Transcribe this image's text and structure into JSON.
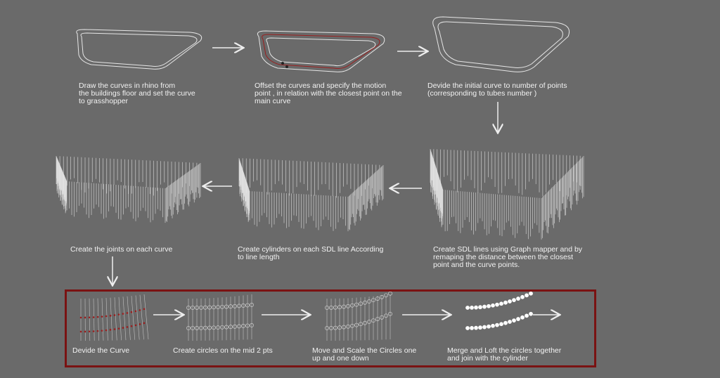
{
  "colors": {
    "background": "#6a6a6a",
    "line": "#e8e8e8",
    "accent": "#8b1a1a",
    "frame": "#7a1212"
  },
  "steps": [
    {
      "caption": "Draw the curves in rhino from\nthe buildings floor and set the curve\nto grasshopper"
    },
    {
      "caption": "Offset the curves and specify the motion\npoint , in relation with the closest point on the\nmain curve"
    },
    {
      "caption": "Devide the initial curve to number of points\n(corresponding to tubes number )"
    },
    {
      "caption": "Create SDL lines using Graph mapper and by\nremaping the distance between the closest\npoint and the curve points."
    },
    {
      "caption": "Create cylinders on each SDL line According\nto line length"
    },
    {
      "caption": "Create the joints on each curve"
    }
  ],
  "joint_steps": [
    {
      "caption": "Devide the Curve"
    },
    {
      "caption": "Create circles on the mid 2 pts"
    },
    {
      "caption": "Move and Scale the Circles one\nup and one down"
    },
    {
      "caption": "Merge and Loft the circles together\nand join with the cylinder"
    }
  ]
}
